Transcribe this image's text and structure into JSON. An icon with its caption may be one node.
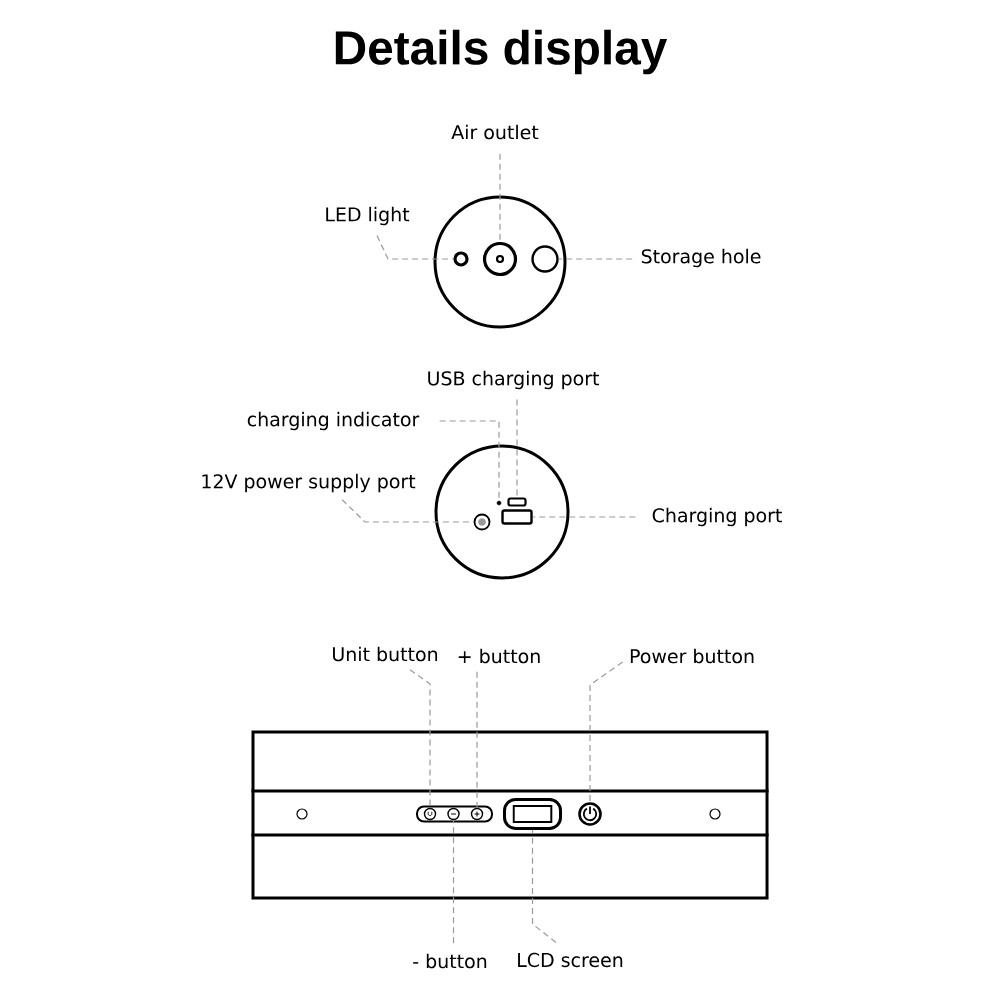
{
  "diagram": {
    "title": "Details display",
    "nodes": [
      {
        "text": [
          "Air outlet"
        ]
      },
      {
        "text": [
          "LED light"
        ]
      },
      {
        "text": [
          "Storage hole"
        ]
      },
      {
        "text": [],
        "shape": "circle"
      },
      {
        "text": [],
        "shape": "circle",
        "in": 3
      },
      {
        "text": [],
        "shape": "circle",
        "in": 3
      },
      {
        "text": [],
        "shape": "circle",
        "in": 3
      },
      {
        "text": [
          "USB charging port"
        ]
      },
      {
        "text": [
          "charging indicator"
        ]
      },
      {
        "text": [
          "12V power supply port"
        ]
      },
      {
        "text": [
          "Charging port"
        ]
      },
      {
        "text": [],
        "shape": "circle"
      },
      {
        "text": [],
        "shape": "circle",
        "in": 11
      },
      {
        "text": [],
        "shape": "box",
        "in": 11
      },
      {
        "text": [],
        "shape": "circle",
        "in": 11
      },
      {
        "text": [],
        "shape": "box",
        "in": 11
      },
      {
        "text": [
          "Unit button"
        ]
      },
      {
        "text": [
          "+ button"
        ]
      },
      {
        "text": [
          "Power button"
        ]
      },
      {
        "text": [],
        "shape": "box"
      },
      {
        "text": [],
        "shape": "circle",
        "in": 19
      },
      {
        "text": [],
        "shape": "box",
        "in": 19
      },
      {
        "text": [],
        "shape": "circle",
        "in": 21
      },
      {
        "text": [],
        "shape": "circle",
        "in": 21
      },
      {
        "text": [],
        "shape": "circle",
        "in": 21
      },
      {
        "text": [],
        "shape": "box",
        "in": 19
      },
      {
        "text": [],
        "shape": "circle",
        "in": 19
      },
      {
        "text": [],
        "shape": "circle",
        "in": 19
      },
      {
        "text": [
          "- button"
        ]
      },
      {
        "text": [
          "LCD screen"
        ]
      }
    ],
    "edges": [
      {
        "from": 0,
        "to": 5,
        "arrow": "none",
        "style": "dashed"
      },
      {
        "from": 1,
        "to": 4,
        "arrow": "none",
        "style": "dashed"
      },
      {
        "from": 2,
        "to": 6,
        "arrow": "none",
        "style": "dashed"
      },
      {
        "from": 7,
        "to": 13,
        "arrow": "none",
        "style": "dashed"
      },
      {
        "from": 8,
        "to": 12,
        "arrow": "none",
        "style": "dashed"
      },
      {
        "from": 9,
        "to": 14,
        "arrow": "none",
        "style": "dashed"
      },
      {
        "from": 10,
        "to": 15,
        "arrow": "none",
        "style": "dashed"
      },
      {
        "from": 16,
        "to": 22,
        "arrow": "none",
        "style": "dashed"
      },
      {
        "from": 17,
        "to": 24,
        "arrow": "none",
        "style": "dashed"
      },
      {
        "from": 18,
        "to": 26,
        "arrow": "none",
        "style": "dashed"
      },
      {
        "from": 28,
        "to": 23,
        "arrow": "none",
        "style": "dashed"
      },
      {
        "from": 29,
        "to": 25,
        "arrow": "none",
        "style": "dashed"
      }
    ]
  }
}
